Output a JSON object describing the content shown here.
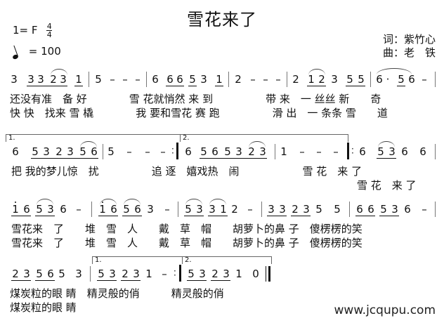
{
  "title": "雪花来了",
  "key": "1= F",
  "time_signature": {
    "numerator": "4",
    "denominator": "4"
  },
  "tempo": {
    "unit": "quarter-note",
    "equals": "= 100"
  },
  "credits": {
    "lyricist_label": "词：",
    "lyricist": "紫竹心",
    "composer_label": "曲：",
    "composer": "老　铁"
  },
  "score": {
    "systems": [
      {
        "measures": [
          "3 3 3 2 3 1",
          "5 - - -",
          "6 6 6 5 3 1",
          "2 - - -",
          "2 1 2 3 5 5",
          "6· 5 6 -"
        ],
        "lyrics": [
          "还没有准　备 好　　　　雪 花就悄然 来 到　　　　　带 来　一 丝丝 新　　奇",
          "快 快　找来 雪 橇　　　　我 要和雪花 赛 跑　　　　　滑 出　一 条条 雪　　道"
        ]
      },
      {
        "measures": [
          "6 5 3 2 3 5 6",
          "5 - - - :",
          "6 5 6 5 3 2 3",
          "1 - - -",
          "6 5 3 6 6"
        ],
        "volta_1": "1.",
        "volta_2": "2.",
        "lyrics": [
          "把 我的梦儿惊　扰　　　　　追 逐　嬉戏热　闹　　　　　　雪 花　来 了",
          "雪 花　来 了"
        ]
      },
      {
        "measures": [
          "i 6 5 3 6 -",
          "i 6 5 6 3 -",
          "5 3 3 1 2 -",
          "3 3 2 3 5 5",
          "6 6 5 3 6 -"
        ],
        "lyrics": [
          "雪花来　了　　堆　雪　人　　戴　草　帽　　胡萝卜的鼻 子　傻楞楞的笑",
          "雪花来　了　　堆　雪　人　　戴　草　帽　　胡萝卜的鼻 子　傻楞楞的笑"
        ]
      },
      {
        "measures": [
          "2 3 5 6 5 3",
          "5 3 2 3 1 - :",
          "5 3 2 3 1 0"
        ],
        "volta_1": "1.",
        "volta_2": "2.",
        "lyrics": [
          "煤炭粒的眼 睛　精灵般的俏　　　精灵般的俏",
          "煤炭粒的眼 睛"
        ]
      }
    ]
  },
  "footer": {
    "watermark": "www.jcqupu.com"
  }
}
